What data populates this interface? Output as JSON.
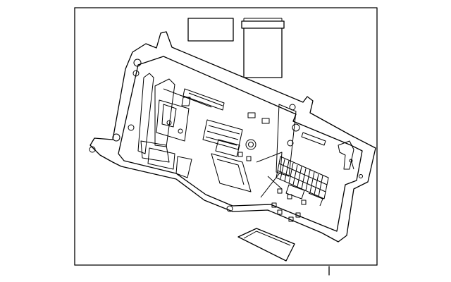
{
  "diagram": {
    "style": "line-art parts illustration",
    "parts": [
      {
        "name": "fuse-relay-box"
      },
      {
        "name": "label-plate"
      },
      {
        "name": "connector-block"
      },
      {
        "name": "cover-lid"
      }
    ],
    "colors": {
      "line": "#000000",
      "background": "#ffffff"
    }
  }
}
